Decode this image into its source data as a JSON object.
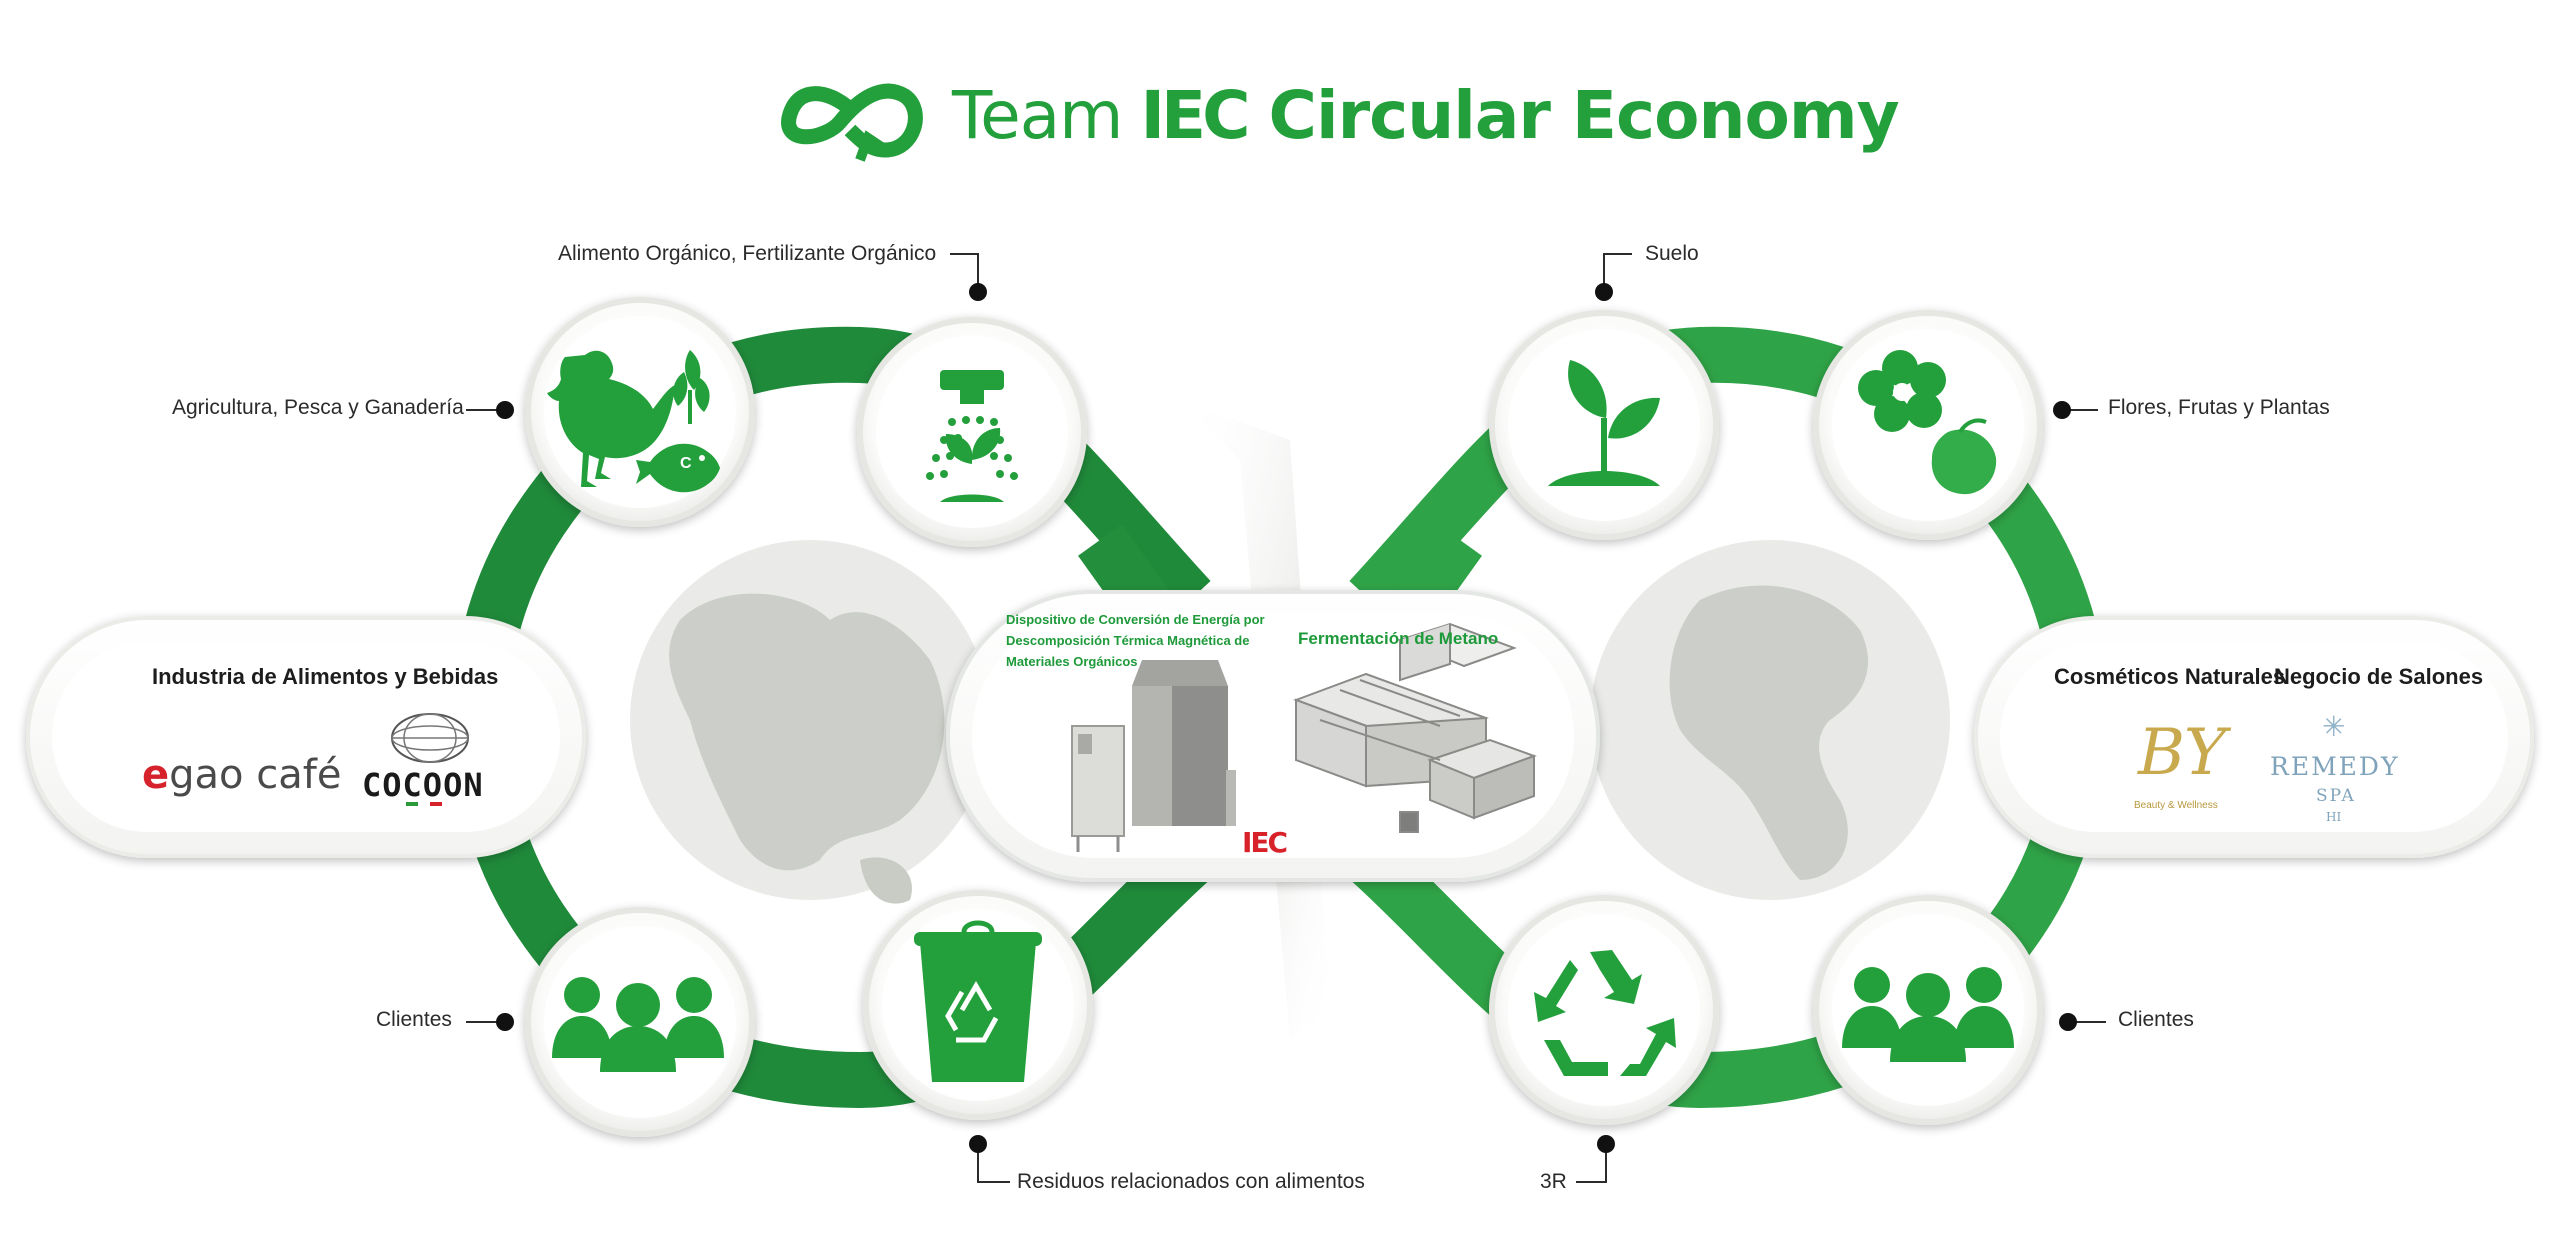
{
  "header": {
    "title_team": "Team",
    "title_brand": "IEC",
    "title_rest": "Circular Economy",
    "logo_icon": "infinity-recycle-icon"
  },
  "colors": {
    "green": "#23a03c",
    "dark_green": "#1b7a33",
    "ring_bg": "#f2f2f0",
    "map_gray": "#d9dbd5"
  },
  "callouts": {
    "top_left": "Alimento Orgánico, Fertilizante Orgánico",
    "left_upper": "Agricultura, Pesca y Ganadería",
    "left_lower": "Clientes",
    "bottom_left": "Residuos relacionados con alimentos",
    "top_right": "Suelo",
    "right_upper": "Flores, Frutas y Plantas",
    "right_lower": "Clientes",
    "bottom_right": "3R"
  },
  "left_panel": {
    "title": "Industria de Alimentos y Bebidas",
    "brand_1_prefix": "e",
    "brand_1_rest": "gao café",
    "brand_2": "COCOON"
  },
  "right_panel": {
    "title_1": "Cosméticos Naturales",
    "title_2": "Negocio de Salones",
    "brand_1": "BY",
    "brand_1_sub": "Beauty & Wellness",
    "brand_2": "REMEDY",
    "brand_2_sub": "SPA",
    "brand_2_sub2": "HI"
  },
  "center_panel": {
    "device_caption_1": "Dispositivo de Conversión de Energía por",
    "device_caption_2": "Descomposición Térmica Magnética de",
    "device_caption_3": "Materiales Orgánicos",
    "fermentation_caption": "Fermentación de Metano",
    "device_logo": "IEC"
  },
  "nodes": {
    "n1": "chicken-fish-wheat-icon",
    "n2": "sprinkler-sprout-icon",
    "n3": "people-icon",
    "n4": "recycle-bin-icon",
    "n5": "seedling-icon",
    "n6": "flower-fruit-icon",
    "n7": "recycle-arrows-icon",
    "n8": "people-icon"
  }
}
